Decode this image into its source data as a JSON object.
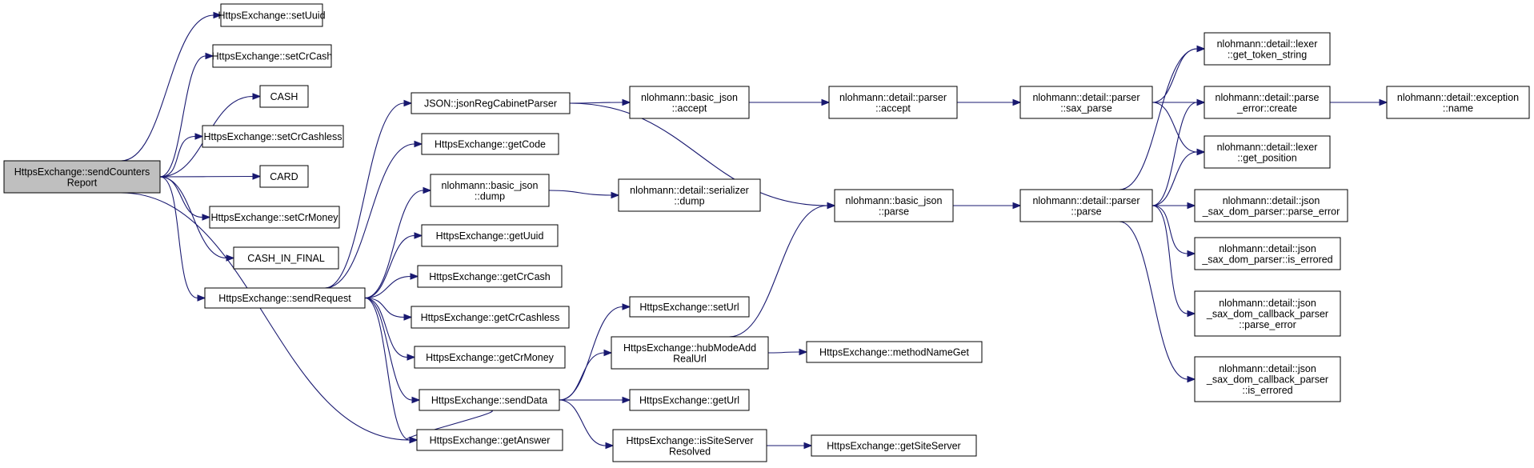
{
  "graph": {
    "colors": {
      "edge": "#191970",
      "root_fill": "#bfbfbf",
      "node_fill": "#ffffff",
      "border": "#000000"
    },
    "nodes": [
      {
        "id": "root",
        "lines": [
          "HttpsExchange::sendCounters",
          "Report"
        ],
        "root": true
      },
      {
        "id": "setUuid",
        "lines": [
          "HttpsExchange::setUuid"
        ]
      },
      {
        "id": "setCrCash",
        "lines": [
          "HttpsExchange::setCrCash"
        ]
      },
      {
        "id": "CASH",
        "lines": [
          "CASH"
        ]
      },
      {
        "id": "setCrCashless",
        "lines": [
          "HttpsExchange::setCrCashless"
        ]
      },
      {
        "id": "CARD",
        "lines": [
          "CARD"
        ]
      },
      {
        "id": "setCrMoney",
        "lines": [
          "HttpsExchange::setCrMoney"
        ]
      },
      {
        "id": "CASH_IN_FINAL",
        "lines": [
          "CASH_IN_FINAL"
        ]
      },
      {
        "id": "sendRequest",
        "lines": [
          "HttpsExchange::sendRequest"
        ]
      },
      {
        "id": "getAnswer",
        "lines": [
          "HttpsExchange::getAnswer"
        ]
      },
      {
        "id": "jsonReg",
        "lines": [
          "JSON::jsonRegCabinetParser"
        ]
      },
      {
        "id": "getCode",
        "lines": [
          "HttpsExchange::getCode"
        ]
      },
      {
        "id": "dump",
        "lines": [
          "nlohmann::basic_json",
          "::dump"
        ]
      },
      {
        "id": "getUuid",
        "lines": [
          "HttpsExchange::getUuid"
        ]
      },
      {
        "id": "getCrCash",
        "lines": [
          "HttpsExchange::getCrCash"
        ]
      },
      {
        "id": "getCrCashless",
        "lines": [
          "HttpsExchange::getCrCashless"
        ]
      },
      {
        "id": "getCrMoney",
        "lines": [
          "HttpsExchange::getCrMoney"
        ]
      },
      {
        "id": "sendData",
        "lines": [
          "HttpsExchange::sendData"
        ]
      },
      {
        "id": "accept",
        "lines": [
          "nlohmann::basic_json",
          "::accept"
        ]
      },
      {
        "id": "serDump",
        "lines": [
          "nlohmann::detail::serializer",
          "::dump"
        ]
      },
      {
        "id": "setUrl",
        "lines": [
          "HttpsExchange::setUrl"
        ]
      },
      {
        "id": "hubMode",
        "lines": [
          "HttpsExchange::hubModeAdd",
          "RealUrl"
        ]
      },
      {
        "id": "getUrl",
        "lines": [
          "HttpsExchange::getUrl"
        ]
      },
      {
        "id": "isSite",
        "lines": [
          "HttpsExchange::isSiteServer",
          "Resolved"
        ]
      },
      {
        "id": "parserAccept",
        "lines": [
          "nlohmann::detail::parser",
          "::accept"
        ]
      },
      {
        "id": "bjParse",
        "lines": [
          "nlohmann::basic_json",
          "::parse"
        ]
      },
      {
        "id": "methodName",
        "lines": [
          "HttpsExchange::methodNameGet"
        ]
      },
      {
        "id": "getSite",
        "lines": [
          "HttpsExchange::getSiteServer"
        ]
      },
      {
        "id": "saxParse",
        "lines": [
          "nlohmann::detail::parser",
          "::sax_parse"
        ]
      },
      {
        "id": "pParse",
        "lines": [
          "nlohmann::detail::parser",
          "::parse"
        ]
      },
      {
        "id": "getToken",
        "lines": [
          "nlohmann::detail::lexer",
          "::get_token_string"
        ]
      },
      {
        "id": "peCreate",
        "lines": [
          "nlohmann::detail::parse",
          "_error::create"
        ]
      },
      {
        "id": "getPos",
        "lines": [
          "nlohmann::detail::lexer",
          "::get_position"
        ]
      },
      {
        "id": "sdpParseErr",
        "lines": [
          "nlohmann::detail::json",
          "_sax_dom_parser::parse_error"
        ]
      },
      {
        "id": "sdpIsErr",
        "lines": [
          "nlohmann::detail::json",
          "_sax_dom_parser::is_errored"
        ]
      },
      {
        "id": "sdcpParseErr",
        "lines": [
          "nlohmann::detail::json",
          "_sax_dom_callback_parser",
          "::parse_error"
        ]
      },
      {
        "id": "sdcpIsErr",
        "lines": [
          "nlohmann::detail::json",
          "_sax_dom_callback_parser",
          "::is_errored"
        ]
      },
      {
        "id": "excName",
        "lines": [
          "nlohmann::detail::exception",
          "::name"
        ]
      }
    ],
    "edges": [
      [
        "root",
        "setUuid"
      ],
      [
        "root",
        "setCrCash"
      ],
      [
        "root",
        "CASH"
      ],
      [
        "root",
        "setCrCashless"
      ],
      [
        "root",
        "CARD"
      ],
      [
        "root",
        "setCrMoney"
      ],
      [
        "root",
        "CASH_IN_FINAL"
      ],
      [
        "root",
        "sendRequest"
      ],
      [
        "root",
        "getAnswer"
      ],
      [
        "sendRequest",
        "jsonReg"
      ],
      [
        "sendRequest",
        "getCode"
      ],
      [
        "sendRequest",
        "dump"
      ],
      [
        "sendRequest",
        "getUuid"
      ],
      [
        "sendRequest",
        "getCrCash"
      ],
      [
        "sendRequest",
        "getCrCashless"
      ],
      [
        "sendRequest",
        "getCrMoney"
      ],
      [
        "sendRequest",
        "sendData"
      ],
      [
        "sendRequest",
        "getAnswer"
      ],
      [
        "jsonReg",
        "accept"
      ],
      [
        "jsonReg",
        "bjParse"
      ],
      [
        "dump",
        "serDump"
      ],
      [
        "sendData",
        "setUrl"
      ],
      [
        "sendData",
        "hubMode"
      ],
      [
        "sendData",
        "getUrl"
      ],
      [
        "sendData",
        "isSite"
      ],
      [
        "sendData",
        "getAnswer"
      ],
      [
        "accept",
        "parserAccept"
      ],
      [
        "hubMode",
        "bjParse"
      ],
      [
        "hubMode",
        "methodName"
      ],
      [
        "isSite",
        "getSite"
      ],
      [
        "parserAccept",
        "saxParse"
      ],
      [
        "bjParse",
        "pParse"
      ],
      [
        "saxParse",
        "getToken"
      ],
      [
        "saxParse",
        "peCreate"
      ],
      [
        "saxParse",
        "getPos"
      ],
      [
        "pParse",
        "getToken"
      ],
      [
        "pParse",
        "peCreate"
      ],
      [
        "pParse",
        "getPos"
      ],
      [
        "pParse",
        "sdpParseErr"
      ],
      [
        "pParse",
        "sdpIsErr"
      ],
      [
        "pParse",
        "sdcpParseErr"
      ],
      [
        "pParse",
        "sdcpIsErr"
      ],
      [
        "peCreate",
        "excName"
      ]
    ]
  }
}
